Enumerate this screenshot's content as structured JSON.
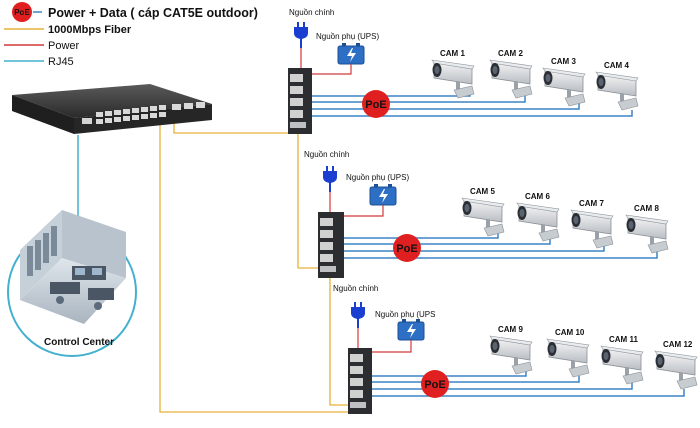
{
  "legend": {
    "poe_badge": "PoE",
    "poe_data": "Power + Data ( cáp CAT5E outdoor)",
    "fiber": "1000Mbps Fiber",
    "power": "Power",
    "rj45": "RJ45"
  },
  "control_center": {
    "label": "Control Center"
  },
  "groups": [
    {
      "main_power": "Nguồn chính",
      "ups": "Nguồn phụ (UPS)",
      "poe": "PoE",
      "cameras": [
        "CAM 1",
        "CAM 2",
        "CAM 3",
        "CAM 4"
      ]
    },
    {
      "main_power": "Nguồn chính",
      "ups": "Nguồn phụ (UPS)",
      "poe": "PoE",
      "cameras": [
        "CAM 5",
        "CAM 6",
        "CAM 7",
        "CAM 8"
      ]
    },
    {
      "main_power": "Nguồn chính",
      "ups": "Nguồn phụ (UPS",
      "poe": "PoE",
      "cameras": [
        "CAM 9",
        "CAM 10",
        "CAM 11",
        "CAM 12"
      ]
    }
  ],
  "colors": {
    "poe_line": "#3b84c6",
    "fiber_line": "#e6b23a",
    "power_line": "#d23a3a",
    "rj45_line": "#43b0cf",
    "poe_badge": "#e02020",
    "plug": "#1a3fd0"
  }
}
